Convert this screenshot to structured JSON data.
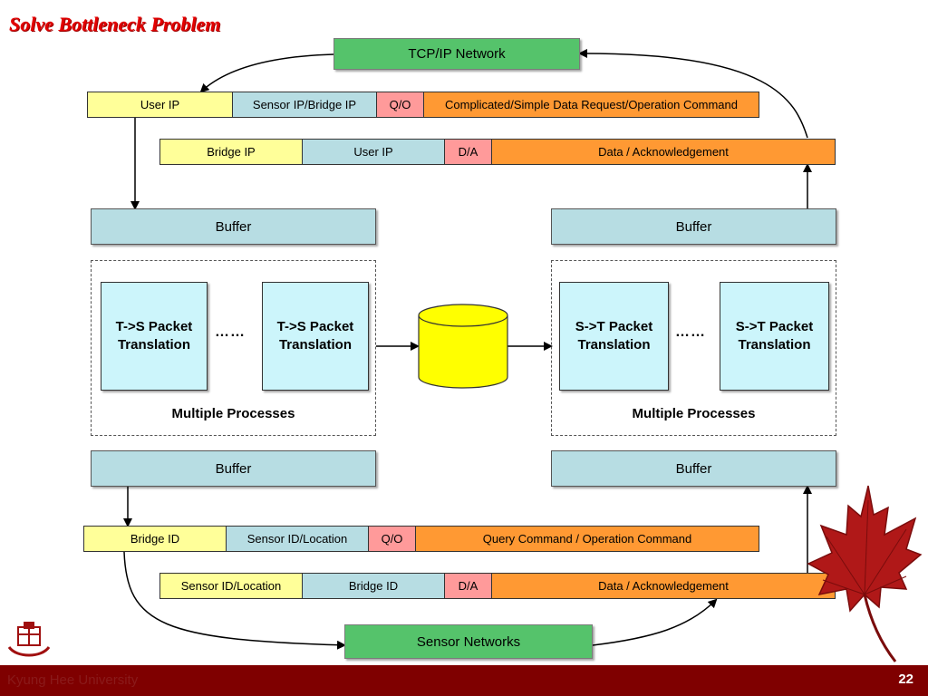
{
  "title": "Solve Bottleneck Problem",
  "top_network": "TCP/IP Network",
  "bottom_network": "Sensor Networks",
  "row_user_request": [
    "User IP",
    "Sensor IP/Bridge IP",
    "Q/O",
    "Complicated/Simple Data Request/Operation Command"
  ],
  "row_bridge_response": [
    "Bridge IP",
    "User IP",
    "D/A",
    "Data / Acknowledgement"
  ],
  "row_bridge_query": [
    "Bridge ID",
    "Sensor ID/Location",
    "Q/O",
    "Query Command / Operation Command"
  ],
  "row_sensor_response": [
    "Sensor ID/Location",
    "Bridge ID",
    "D/A",
    "Data / Acknowledgement"
  ],
  "buffer_label": "Buffer",
  "t2s_line1": "T->S Packet",
  "t2s_line2": "Translation",
  "s2t_line1": "S->T Packet",
  "s2t_line2": "Translation",
  "dots": "……",
  "multiple_processes": "Multiple Processes",
  "footer": {
    "university": "Kyung Hee University",
    "page": "22"
  },
  "colors": {
    "yellow": "#ffff99",
    "blue": "#b7dde3",
    "pink": "#ff9a9a",
    "orange": "#ff9933",
    "green": "#55c36b",
    "footer": "#7f0000"
  }
}
